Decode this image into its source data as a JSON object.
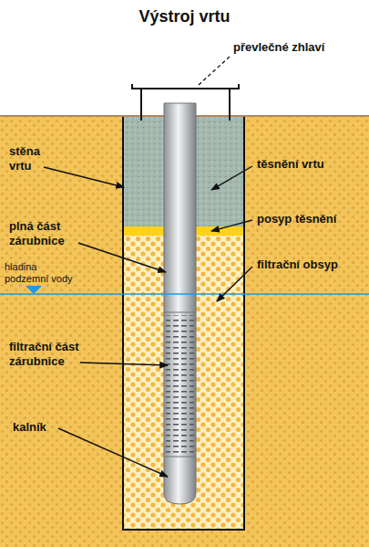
{
  "diagram": {
    "title": "Výstroj vrtu",
    "labels": [
      "převlečné zhlaví",
      "stěna vrtu",
      "těsnění vrtu",
      "plná část zárubnice",
      "posyp těsnění",
      "hladina podzemní vody",
      "filtrační obsyp",
      "filtrační část zárubnice",
      "kalník"
    ]
  }
}
